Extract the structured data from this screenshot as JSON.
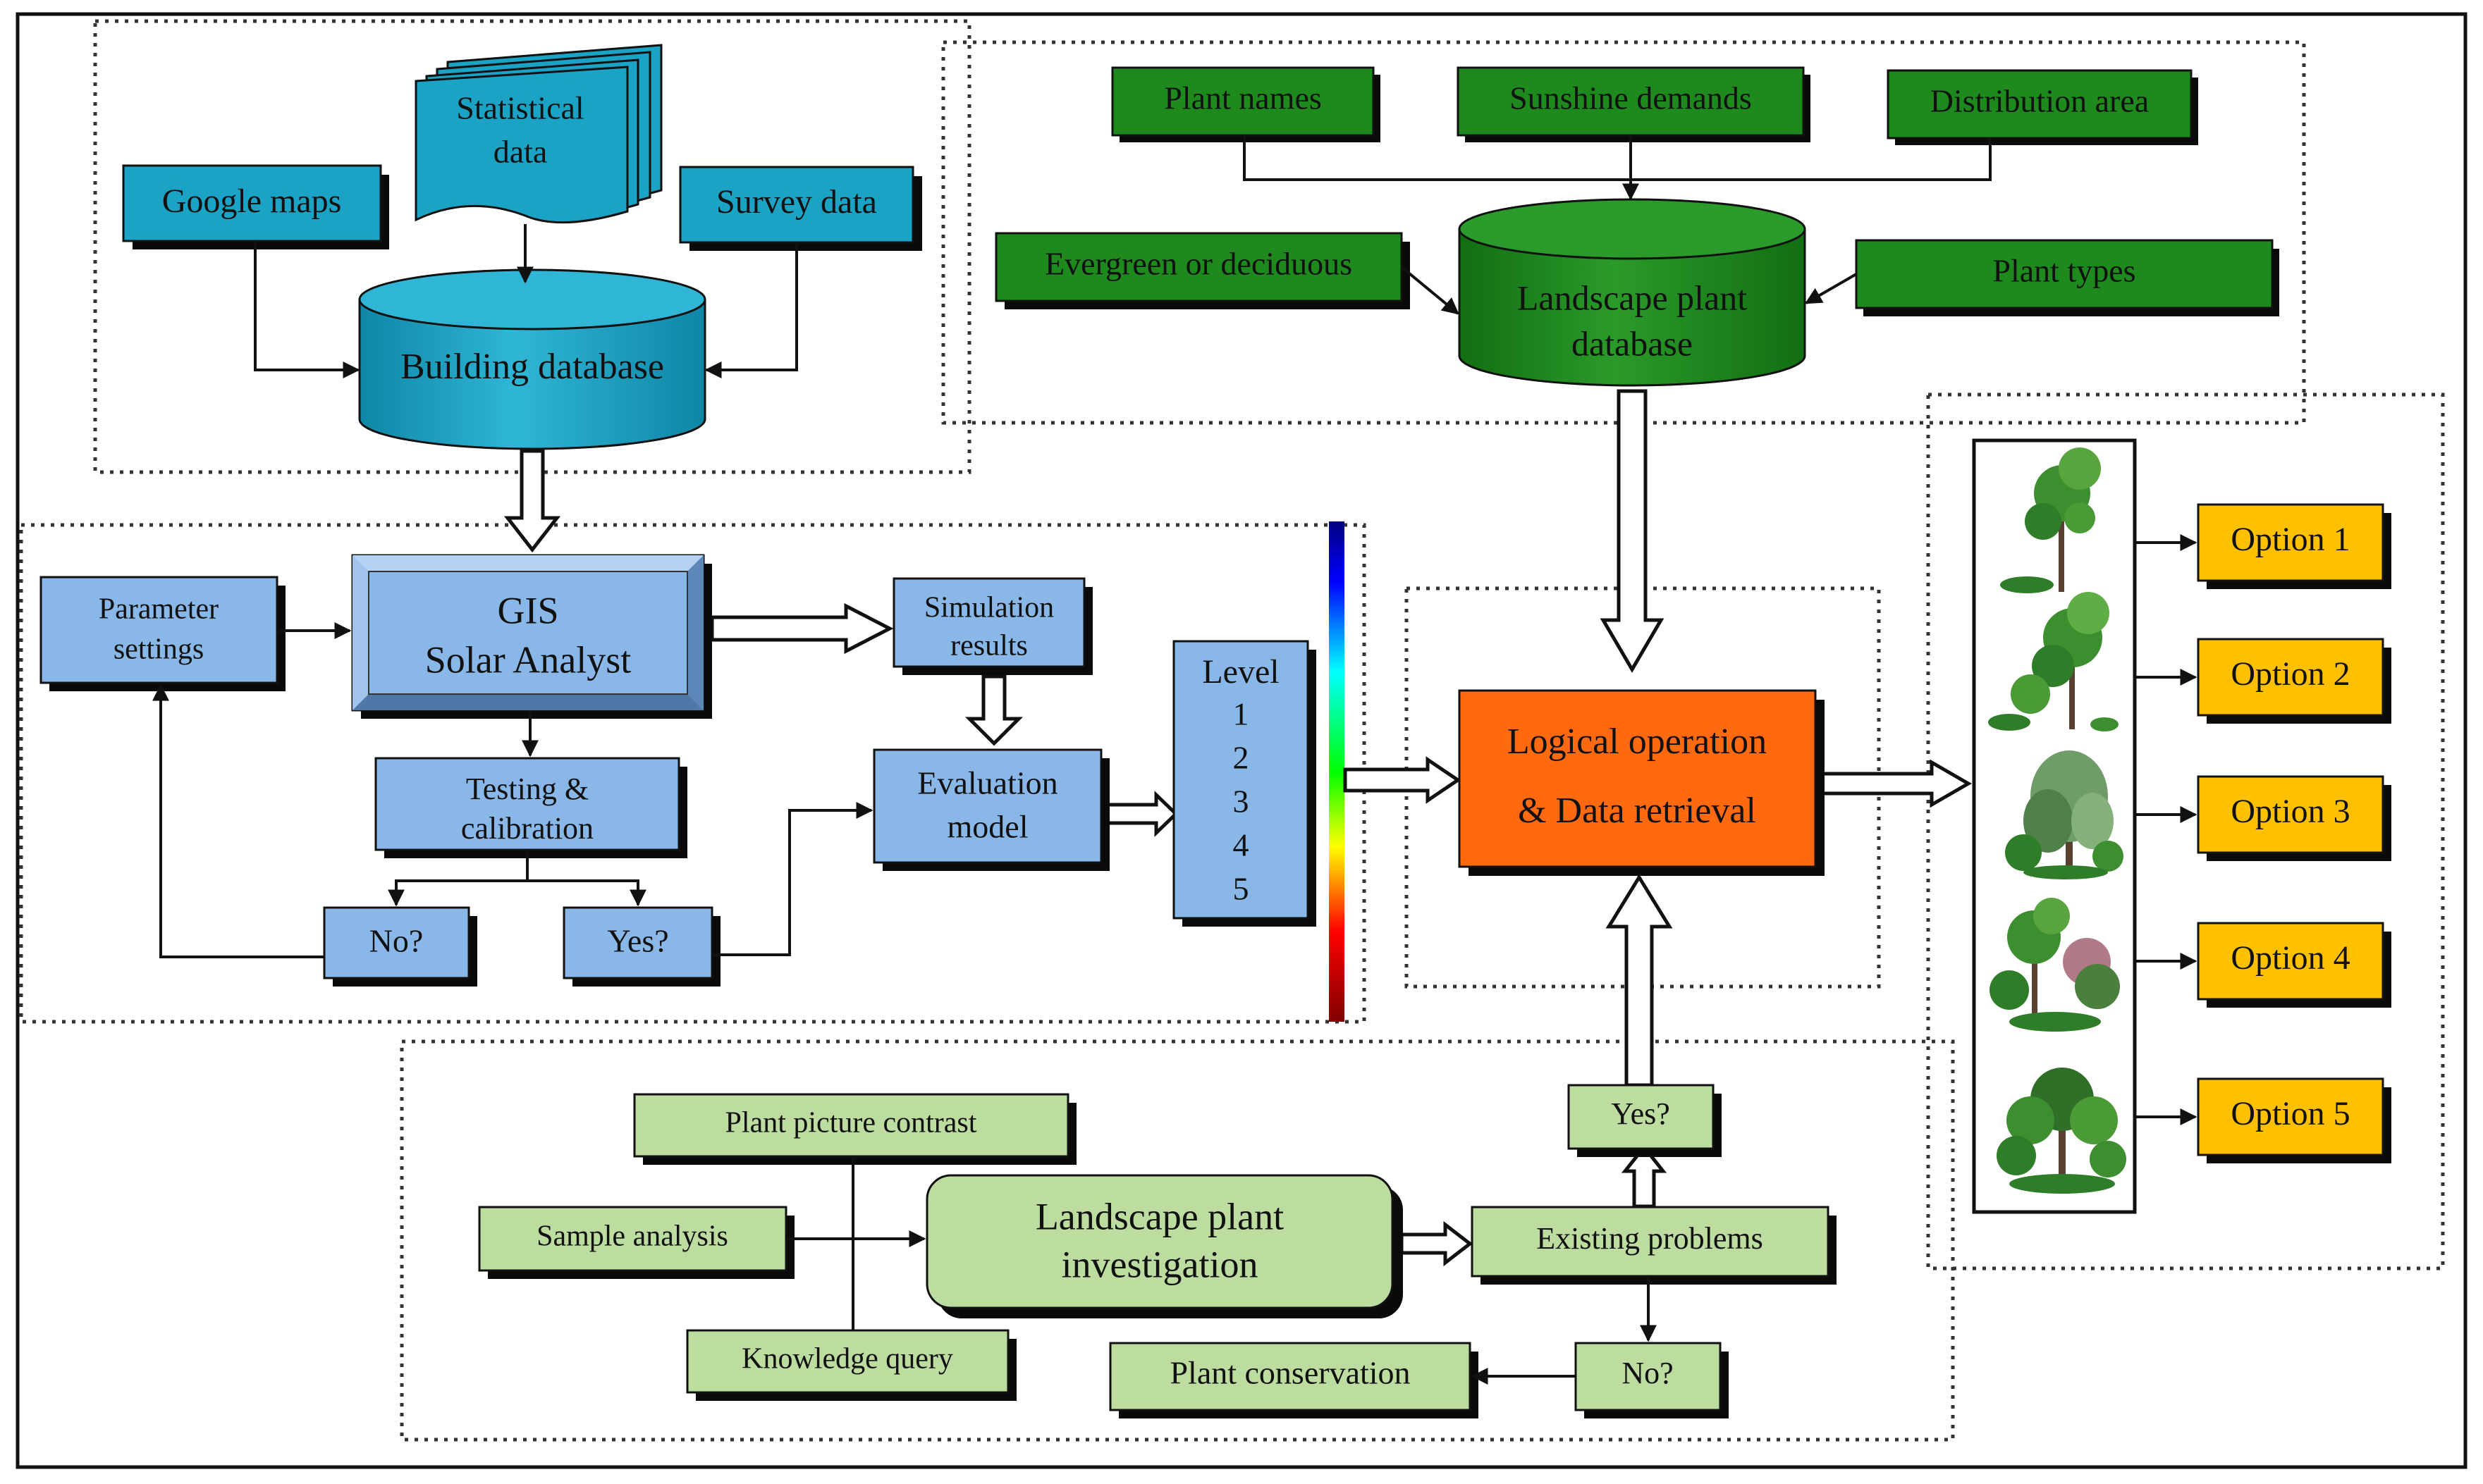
{
  "colors": {
    "blue_top": "#1aa3c4",
    "blue_mid": "#88b7e8",
    "green_dark": "#1e8a1e",
    "green_light": "#bcdca0",
    "orange": "#ff6a10",
    "yellow": "#ffc000"
  },
  "building": {
    "statistical_data": [
      "Statistical",
      "data"
    ],
    "google_maps": "Google maps",
    "survey_data": "Survey data",
    "database": "Building database"
  },
  "plant_db": {
    "plant_names": "Plant names",
    "sunshine_demands": "Sunshine demands",
    "distribution_area": "Distribution area",
    "evergreen": "Evergreen or deciduous",
    "plant_types": "Plant types",
    "database": [
      "Landscape plant",
      "database"
    ]
  },
  "gis": {
    "parameter_settings": [
      "Parameter",
      "settings"
    ],
    "solar_analyst": [
      "GIS",
      "Solar Analyst"
    ],
    "simulation_results": [
      "Simulation",
      "results"
    ],
    "testing": [
      "Testing &",
      "calibration"
    ],
    "evaluation_model": [
      "Evaluation",
      "model"
    ],
    "no": "No?",
    "yes": "Yes?",
    "level_title": "Level",
    "levels": [
      "1",
      "2",
      "3",
      "4",
      "5"
    ]
  },
  "logic": {
    "label": [
      "Logical operation",
      "& Data retrieval"
    ]
  },
  "options": [
    "Option 1",
    "Option 2",
    "Option 3",
    "Option 4",
    "Option 5"
  ],
  "investigation": {
    "picture_contrast": "Plant picture contrast",
    "sample_analysis": "Sample analysis",
    "knowledge_query": "Knowledge query",
    "investigation": [
      "Landscape plant",
      "investigation"
    ],
    "existing_problems": "Existing problems",
    "yes": "Yes?",
    "no": "No?",
    "conservation": "Plant conservation"
  }
}
